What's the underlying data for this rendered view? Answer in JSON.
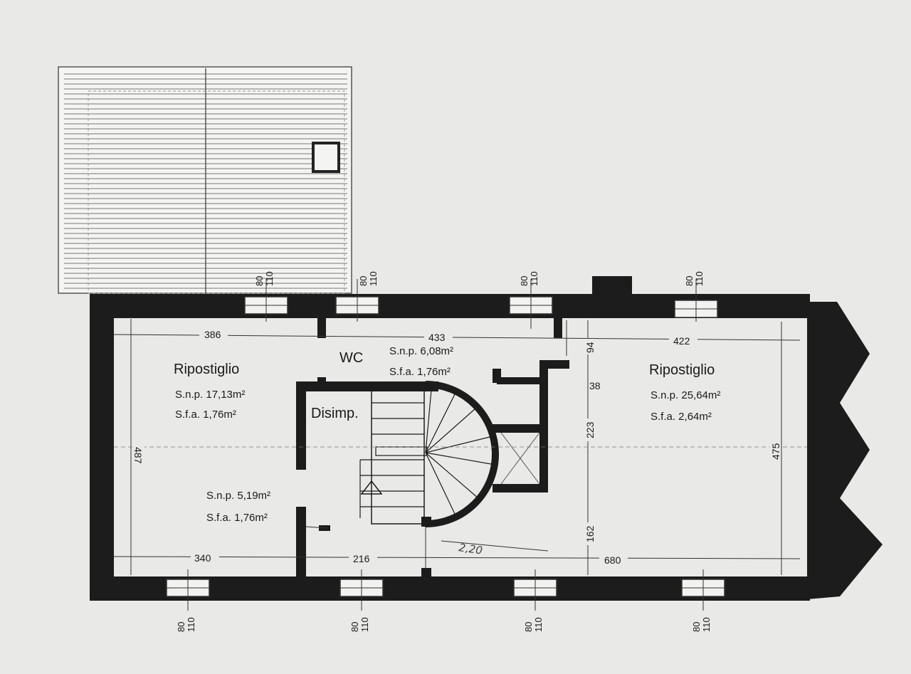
{
  "rooms": {
    "ripostiglio_left": {
      "name": "Ripostiglio",
      "snp": "S.n.p. 17,13m²",
      "sfa": "S.f.a. 1,76m²"
    },
    "wc": {
      "name": "WC",
      "snp": "S.n.p. 6,08m²",
      "sfa": "S.f.a. 1,76m²"
    },
    "disimp": {
      "name": "Disimp."
    },
    "lower_left": {
      "snp": "S.n.p. 5,19m²",
      "sfa": "S.f.a. 1,76m²"
    },
    "ripostiglio_right": {
      "name": "Ripostiglio",
      "snp": "S.n.p. 25,64m²",
      "sfa": "S.f.a. 2,64m²"
    }
  },
  "dimensions": {
    "top_left": "386",
    "top_middle": "433",
    "top_right": "422",
    "bottom_left": "340",
    "bottom_middle": "216",
    "bottom_right": "680",
    "left_height": "487",
    "right_height": "475",
    "mid_94": "94",
    "mid_38": "38",
    "mid_223": "223",
    "mid_162": "162"
  },
  "windows": {
    "top": [
      {
        "w": "80",
        "h": "110"
      },
      {
        "w": "80",
        "h": "110"
      },
      {
        "w": "80",
        "h": "110"
      },
      {
        "w": "80",
        "h": "110"
      }
    ],
    "bottom": [
      {
        "w": "80",
        "h": "110"
      },
      {
        "w": "80",
        "h": "110"
      },
      {
        "w": "80",
        "h": "110"
      },
      {
        "w": "80",
        "h": "110"
      }
    ]
  },
  "annotations": {
    "handwritten": "2,20"
  },
  "colors": {
    "wall": "#1c1c1c",
    "paper": "#e9e9e7",
    "line": "#2a2a2a"
  }
}
